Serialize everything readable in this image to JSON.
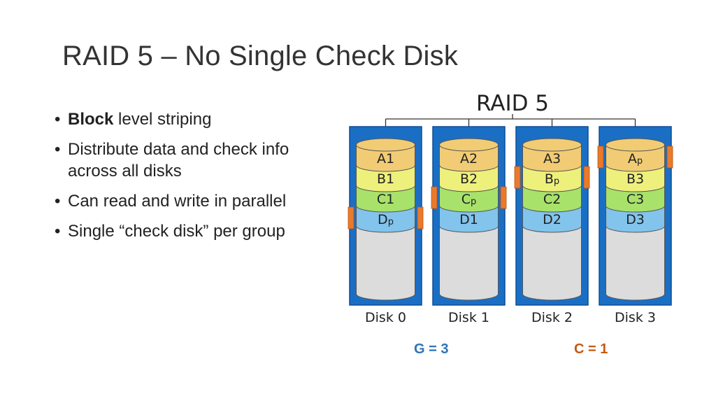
{
  "title": "RAID 5 – No Single Check Disk",
  "bullets": [
    {
      "bold": "Block",
      "rest": " level striping"
    },
    {
      "bold": "",
      "rest": "Distribute data and check info across all disks"
    },
    {
      "bold": "",
      "rest": "Can read and write in parallel"
    },
    {
      "bold": "",
      "rest": "Single “check disk” per group"
    }
  ],
  "diagram": {
    "heading": "RAID 5",
    "disks": [
      {
        "label": "Disk 0",
        "blocks": [
          {
            "text": "A1",
            "sub": ""
          },
          {
            "text": "B1",
            "sub": ""
          },
          {
            "text": "C1",
            "sub": ""
          },
          {
            "text": "D",
            "sub": "p"
          }
        ],
        "parity_row": 3
      },
      {
        "label": "Disk 1",
        "blocks": [
          {
            "text": "A2",
            "sub": ""
          },
          {
            "text": "B2",
            "sub": ""
          },
          {
            "text": "C",
            "sub": "p"
          },
          {
            "text": "D1",
            "sub": ""
          }
        ],
        "parity_row": 2
      },
      {
        "label": "Disk 2",
        "blocks": [
          {
            "text": "A3",
            "sub": ""
          },
          {
            "text": "B",
            "sub": "p"
          },
          {
            "text": "C2",
            "sub": ""
          },
          {
            "text": "D2",
            "sub": ""
          }
        ],
        "parity_row": 1
      },
      {
        "label": "Disk 3",
        "blocks": [
          {
            "text": "A",
            "sub": "p"
          },
          {
            "text": "B3",
            "sub": ""
          },
          {
            "text": "C3",
            "sub": ""
          },
          {
            "text": "D3",
            "sub": ""
          }
        ],
        "parity_row": 0
      }
    ],
    "colors": {
      "frame": "#1a6fc4",
      "row_a": "#f2cc74",
      "row_b": "#eef07c",
      "row_c": "#a8e26a",
      "row_d": "#82c4ec",
      "body": "#dcdcdc",
      "parity_tab": "#ea7a2a"
    }
  },
  "g_label": "G = 3",
  "c_label": "C = 1",
  "label_colors": {
    "g": "#2e74b5",
    "c": "#c55a11"
  }
}
